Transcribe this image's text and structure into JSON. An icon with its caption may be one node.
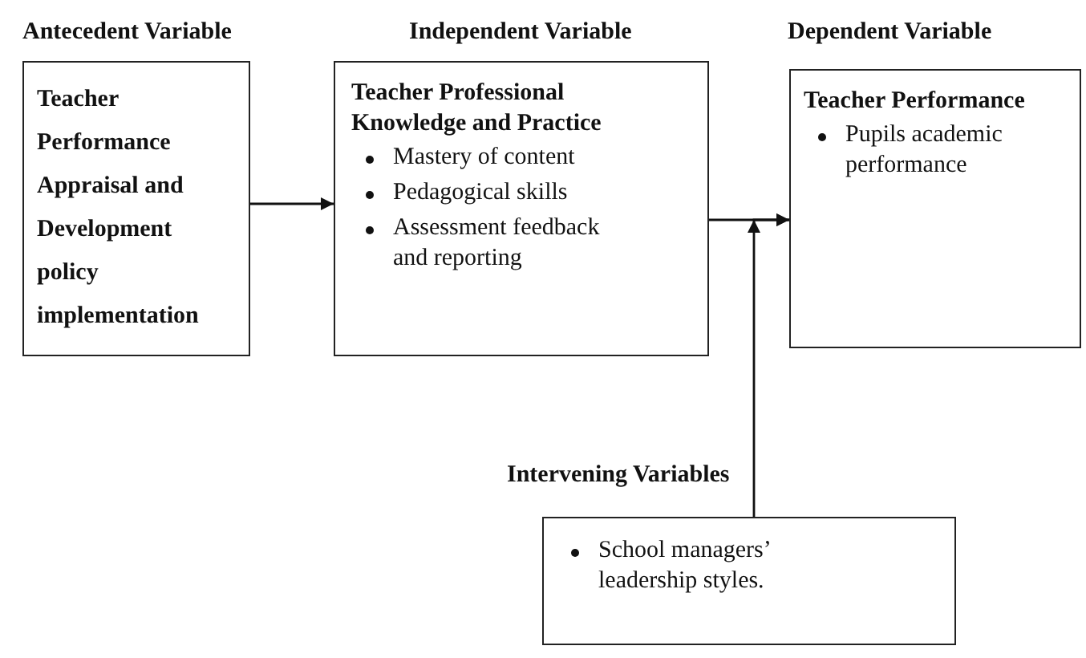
{
  "diagram": {
    "nodes": [
      {
        "text": [
          "Antecedent Variable",
          "Teacher Performance Appraisal and Development policy implementation"
        ]
      },
      {
        "text": [
          "Independent Variable",
          "Teacher Professional Knowledge and Practice",
          "Mastery of content",
          "Pedagogical skills",
          "Assessment feedback and reporting"
        ]
      },
      {
        "text": [
          "Dependent Variable",
          "Teacher Performance",
          "Pupils academic performance"
        ]
      },
      {
        "text": [
          "Intervening Variables",
          "School managers’ leadership styles."
        ]
      }
    ],
    "edges": [
      {
        "from": 0,
        "to": 1,
        "arrow": "to"
      },
      {
        "from": 1,
        "to": 2,
        "arrow": "to"
      },
      {
        "from": 3,
        "to": 2,
        "arrow": "to"
      }
    ]
  }
}
